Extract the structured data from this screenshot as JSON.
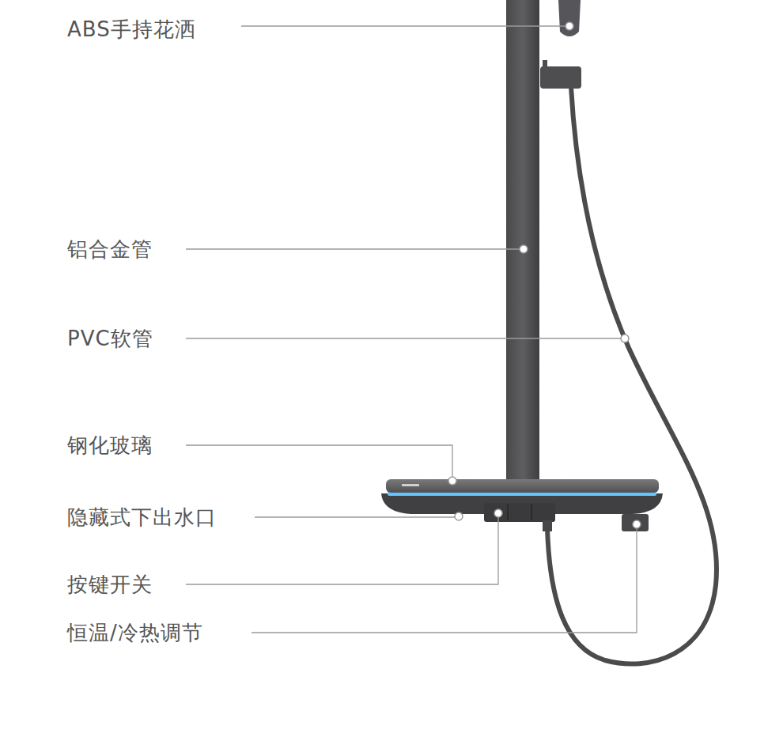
{
  "diagram": {
    "labels": [
      "ABS手持花洒",
      "铝合金管",
      "PVC软管",
      "钢化玻璃",
      "隐藏式下出水口",
      "按键开关",
      "恒温/冷热调节"
    ]
  }
}
